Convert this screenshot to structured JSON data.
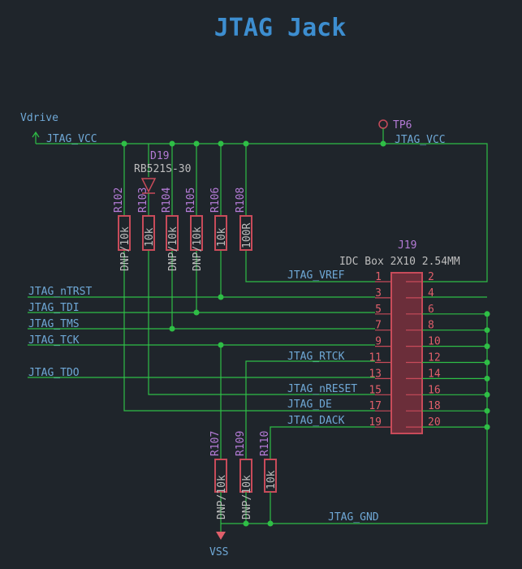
{
  "title": "JTAG Jack",
  "power": {
    "vdrive": "Vdrive",
    "vss": "VSS"
  },
  "testpoint": "TP6",
  "diode": {
    "ref": "D19",
    "value": "RB521S-30"
  },
  "connector": {
    "ref": "J19",
    "value": "IDC Box 2X10 2.54MM"
  },
  "nets": {
    "vcc_left": "JTAG_VCC",
    "vcc_right": "JTAG_VCC",
    "vref": "JTAG_VREF",
    "ntrst": "JTAG_nTRST",
    "tdi": "JTAG_TDI",
    "tms": "JTAG_TMS",
    "tck": "JTAG_TCK",
    "rtck": "JTAG_RTCK",
    "tdo": "JTAG_TDO",
    "nreset": "JTAG_nRESET",
    "de": "JTAG_DE",
    "dack": "JTAG_DACK",
    "gnd": "JTAG_GND"
  },
  "resistors": [
    {
      "ref": "R102",
      "value": "DNP/10k"
    },
    {
      "ref": "R103",
      "value": "10k"
    },
    {
      "ref": "R104",
      "value": "DNP/10k"
    },
    {
      "ref": "R105",
      "value": "DNP/10k"
    },
    {
      "ref": "R106",
      "value": "10k"
    },
    {
      "ref": "R108",
      "value": "100R"
    },
    {
      "ref": "R107",
      "value": "DNP/10k"
    },
    {
      "ref": "R109",
      "value": "DNP/10k"
    },
    {
      "ref": "R110",
      "value": "10k"
    }
  ],
  "pins_left": [
    "1",
    "3",
    "5",
    "7",
    "9",
    "11",
    "13",
    "15",
    "17",
    "19"
  ],
  "pins_right": [
    "2",
    "4",
    "6",
    "8",
    "10",
    "12",
    "14",
    "16",
    "18",
    "20"
  ]
}
